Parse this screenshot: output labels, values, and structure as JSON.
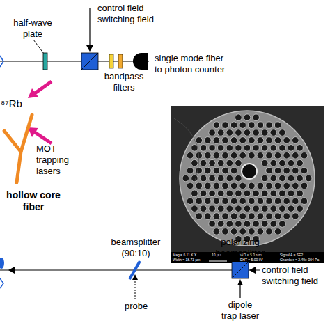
{
  "diagram": {
    "labels": [
      "control field switching field",
      "half-wave plate",
      "single mode fiber to photon counter",
      "bandpass filters",
      "⁸⁷Rb",
      "MOT trapping lasers",
      "hollow core fiber",
      "Mag = 6.11 K X",
      "Width = 18.73 µm",
      "10 µm",
      "WD = 5.0 mm",
      "EHT = 5.00 kV",
      "Signal A = SE2",
      "Chamber = 2.49e-004 Pa",
      "beamsplitter (90:10)",
      "polarizing beamsplitter",
      "control field switching field",
      "probe",
      "dipole trap laser"
    ]
  }
}
